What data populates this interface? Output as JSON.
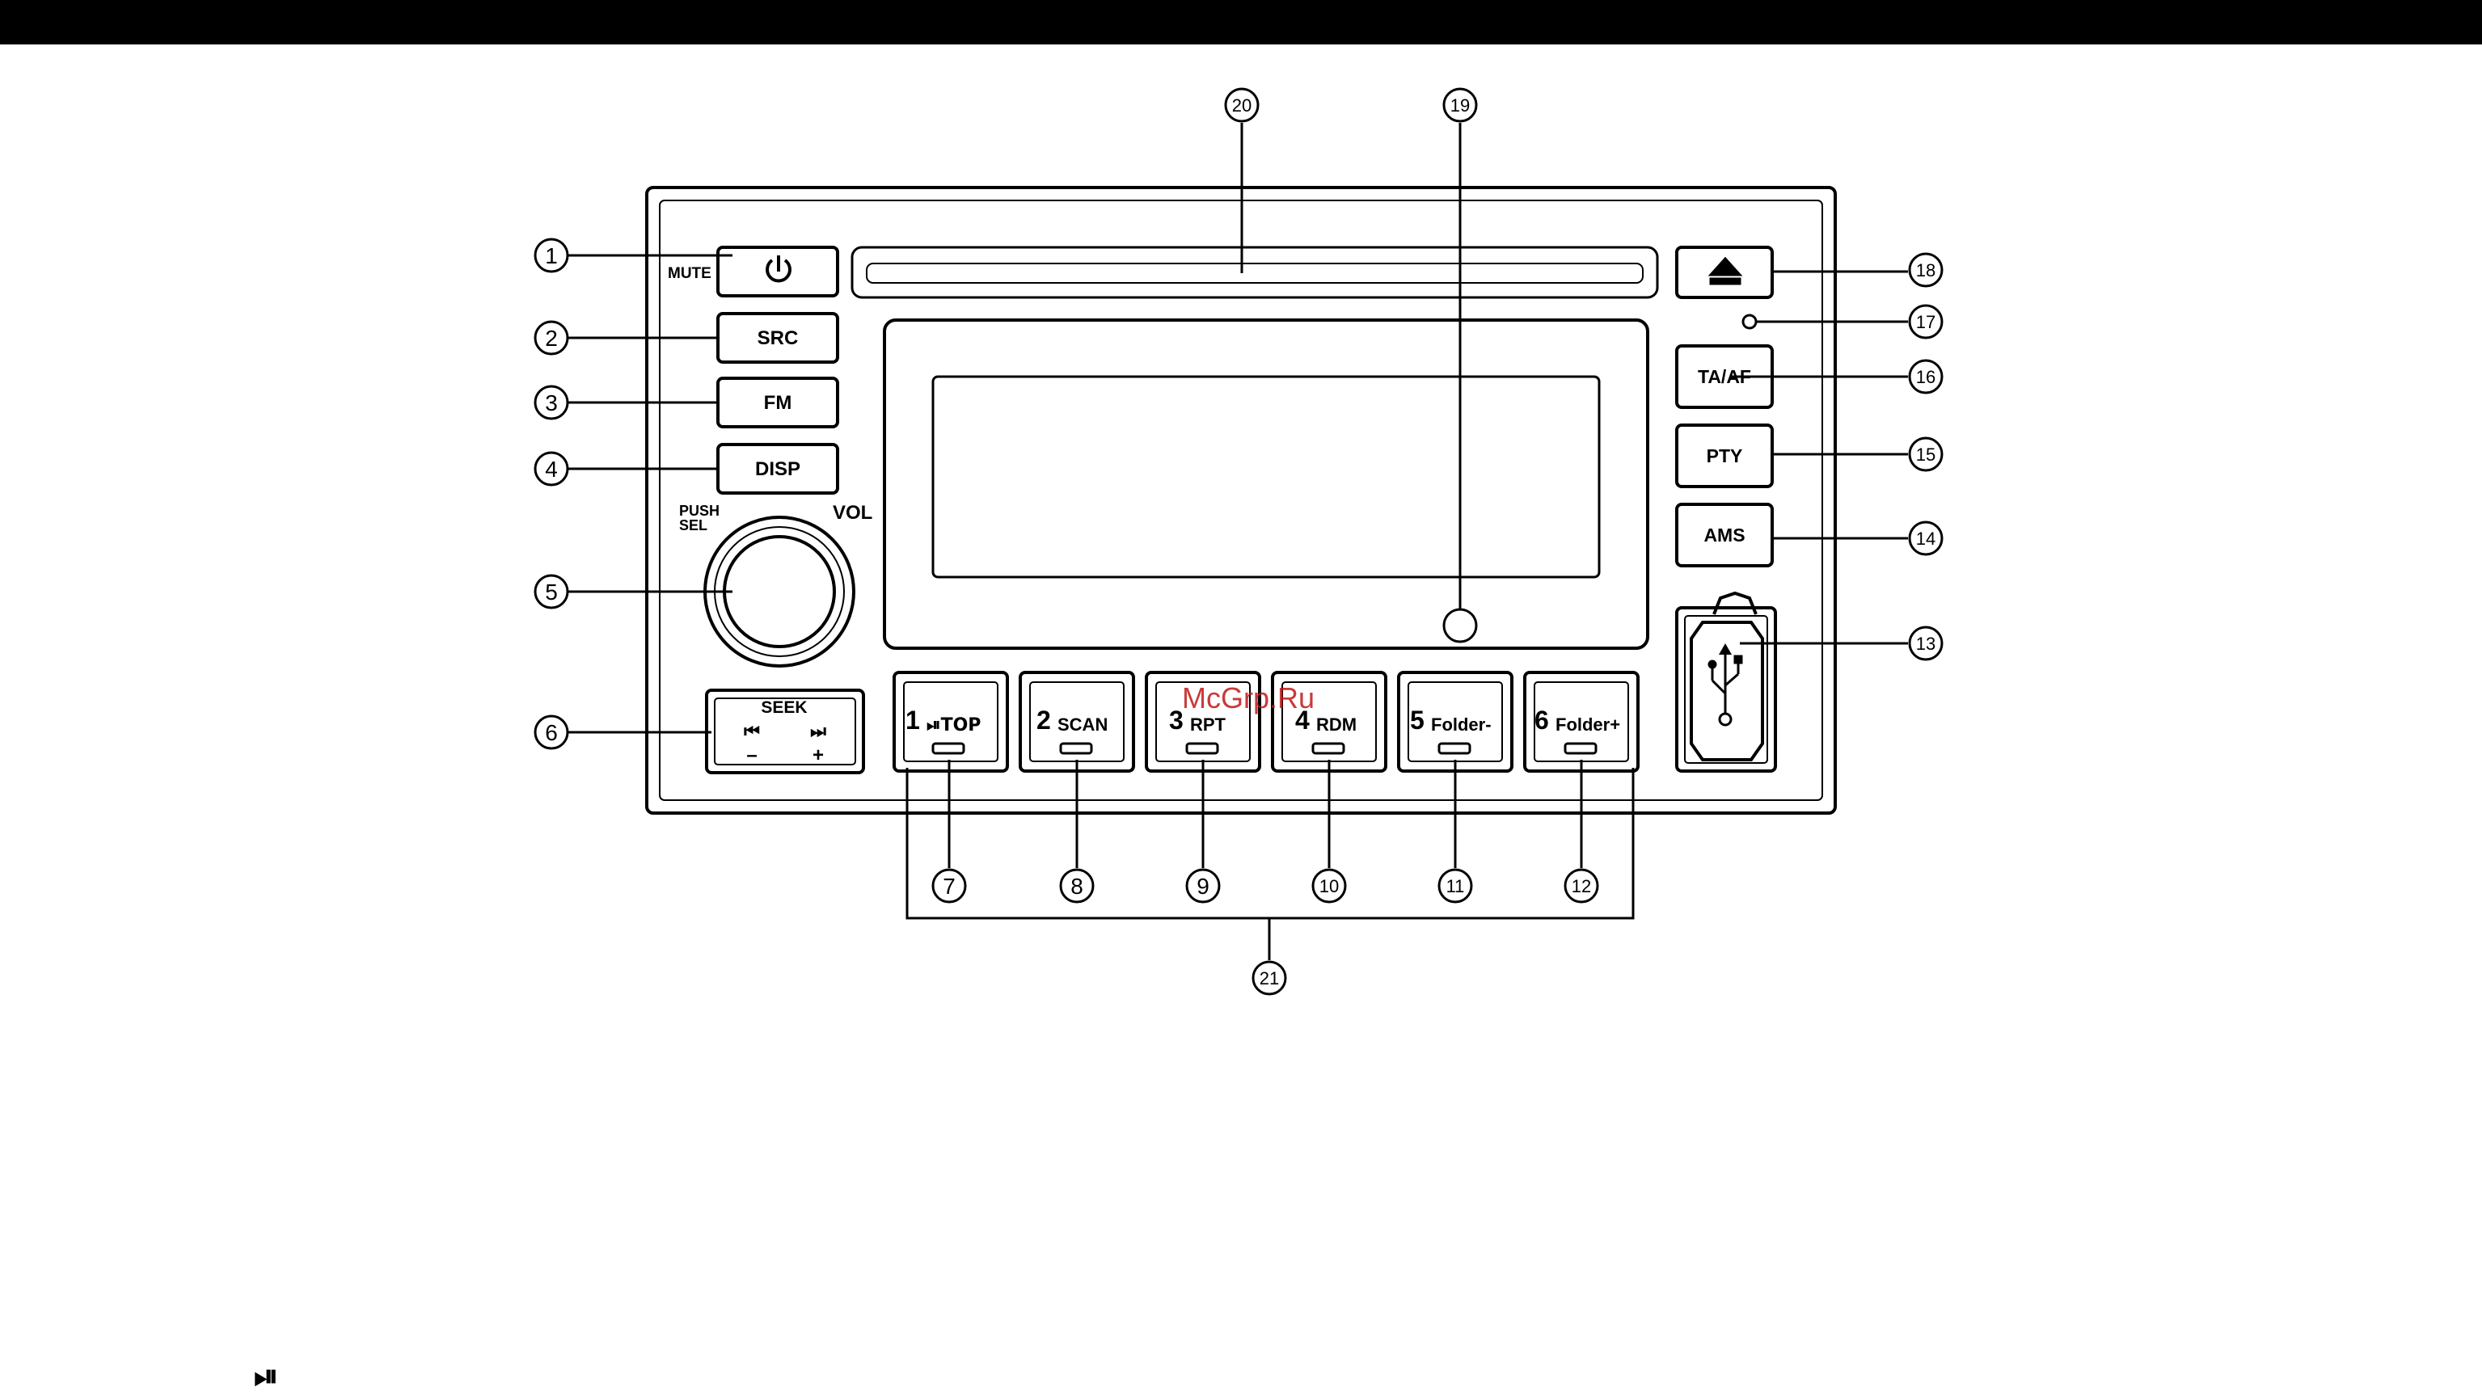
{
  "watermark": "McGrp.Ru",
  "buttons": {
    "mute_label": "MUTE",
    "power_icon": "power-icon",
    "src": "SRC",
    "fm": "FM",
    "disp": "DISP",
    "push_sel_line1": "PUSH",
    "push_sel_line2": "SEL",
    "vol": "VOL",
    "seek": "SEEK",
    "seek_prev_glyph": "⏮",
    "seek_next_glyph": "⏭",
    "seek_minus": "–",
    "seek_plus": "+",
    "eject_icon": "eject-icon",
    "ta_af": "TA/AF",
    "pty": "PTY",
    "ams": "AMS",
    "usb_icon": "usb-icon"
  },
  "presets": [
    {
      "num": "1",
      "label": "⏯TOP"
    },
    {
      "num": "2",
      "label": "SCAN"
    },
    {
      "num": "3",
      "label": "RPT"
    },
    {
      "num": "4",
      "label": "RDM"
    },
    {
      "num": "5",
      "label": "Folder-"
    },
    {
      "num": "6",
      "label": "Folder+"
    }
  ],
  "callouts": [
    "1",
    "2",
    "3",
    "4",
    "5",
    "6",
    "7",
    "8",
    "9",
    "10",
    "11",
    "12",
    "13",
    "14",
    "15",
    "16",
    "17",
    "18",
    "19",
    "20",
    "21"
  ],
  "footer_glyph": "⏯"
}
